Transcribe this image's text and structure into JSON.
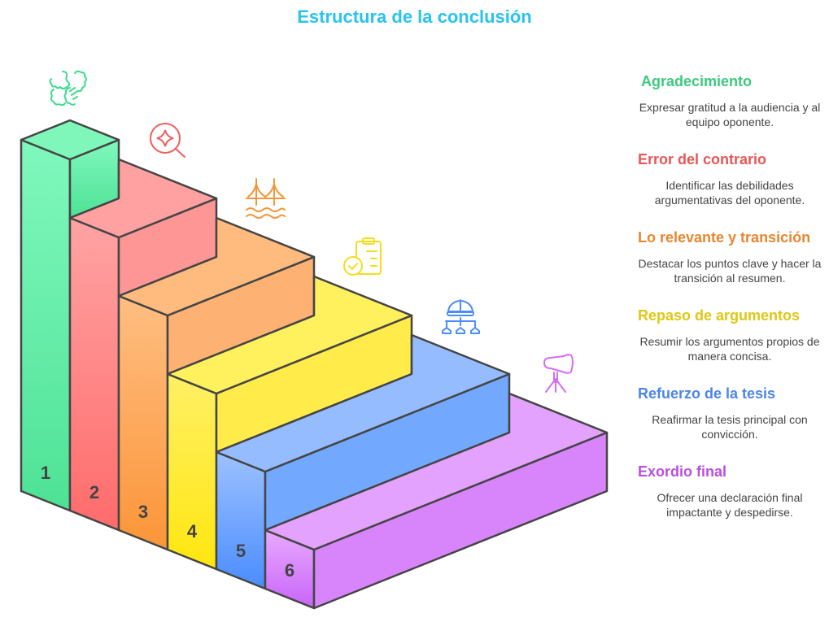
{
  "title": "Estructura de la conclusión",
  "steps": [
    {
      "number": "1",
      "heading": "Agradecimiento",
      "description": "Expresar gratitud a la audiencia y al equipo oponente.",
      "color": "#3cc97e",
      "icon": "handshake-icon"
    },
    {
      "number": "2",
      "heading": "Error del contrario",
      "description": "Identificar las debilidades argumentativas del oponente.",
      "color": "#e85656",
      "icon": "magnifier-sparkle-icon"
    },
    {
      "number": "3",
      "heading": "Lo relevante y transición",
      "description": "Destacar los puntos clave y hacer la transición al resumen.",
      "color": "#e8862e",
      "icon": "bridge-icon"
    },
    {
      "number": "4",
      "heading": "Repaso de argumentos",
      "description": "Resumir los argumentos propios de manera concisa.",
      "color": "#e0c712",
      "icon": "clipboard-check-icon"
    },
    {
      "number": "5",
      "heading": "Refuerzo de la tesis",
      "description": "Reafirmar la tesis principal con convicción.",
      "color": "#4a86e8",
      "icon": "leadership-hierarchy-icon"
    },
    {
      "number": "6",
      "heading": "Exordio final",
      "description": "Ofrecer una declaración final impactante y despedirse.",
      "color": "#b84fe0",
      "icon": "spotlight-icon"
    }
  ]
}
